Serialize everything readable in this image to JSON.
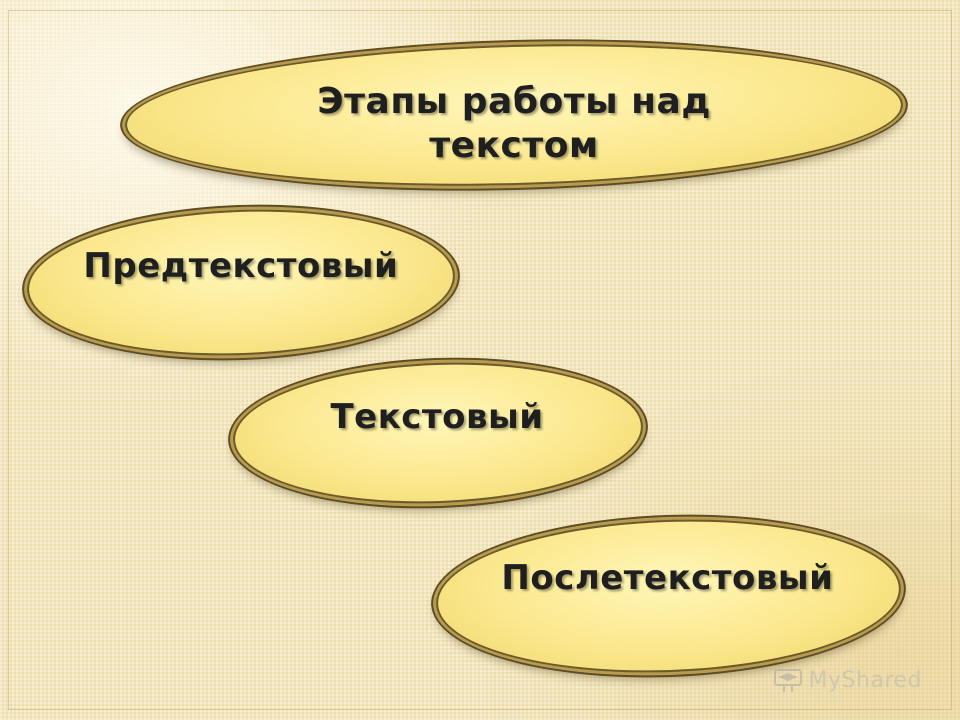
{
  "diagram": {
    "title": "Этапы работы над текстом",
    "stages": [
      "Предтекстовый",
      "Текстовый",
      "Послетекстовый"
    ]
  },
  "watermark": {
    "text": "MyShared",
    "icon": "mortarboard-icon"
  }
}
